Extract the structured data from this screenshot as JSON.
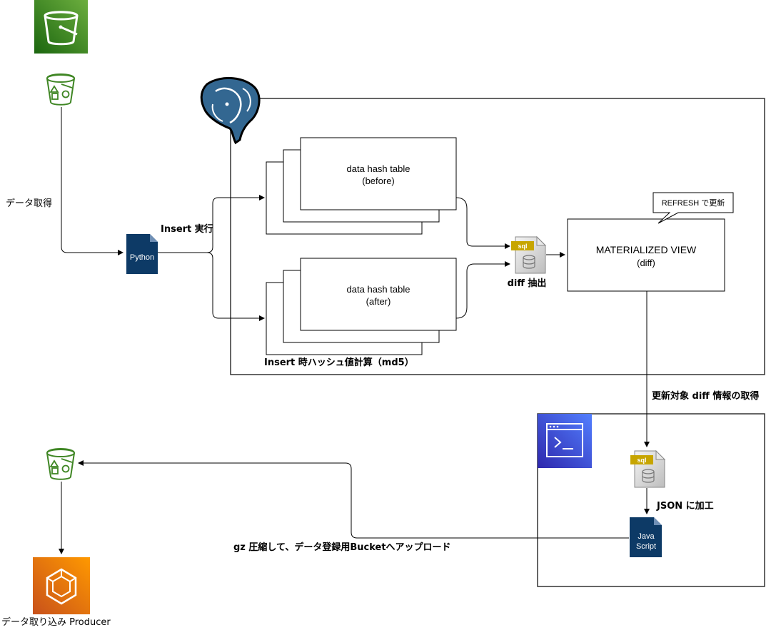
{
  "labels": {
    "data_fetch": "データ取得",
    "insert_exec": "Insert 実行",
    "python": "Python",
    "table_before_line1": "data hash table",
    "table_before_line2": "(before)",
    "table_after_line1": "data hash table",
    "table_after_line2": "(after)",
    "insert_hash": "Insert 時ハッシュ値計算（md5）",
    "sql_badge": "sql",
    "diff_extract": "diff 抽出",
    "refresh_note": "REFRESH で更新",
    "mview_line1": "MATERIALIZED VIEW",
    "mview_line2": "(diff)",
    "get_diff": "更新対象 diff 情報の取得",
    "json_process": "JSON に加工",
    "js_line1": "Java",
    "js_line2": "Script",
    "upload": "gz 圧縮して、データ登録用Bucketへアップロード",
    "producer": "データ取り込み Producer"
  },
  "icons": {
    "s3_service": "s3-bucket-service-icon",
    "s3_bucket_top": "s3-bucket-icon",
    "s3_bucket_bottom": "s3-bucket-icon",
    "postgres": "postgresql-elephant-icon",
    "python_file": "python-file-icon",
    "sql_file": "sql-file-icon",
    "terminal": "terminal-icon",
    "js_file": "javascript-file-icon",
    "ecs": "ecs-container-icon"
  },
  "colors": {
    "aws_green": "#3f8624",
    "aws_green_light": "#7aa116",
    "postgres_blue": "#336791",
    "python_navy": "#0d3a66",
    "terminal_indigo": "#3b48cc",
    "ecs_orange": "#e7640f",
    "sql_gold": "#c7a500"
  }
}
